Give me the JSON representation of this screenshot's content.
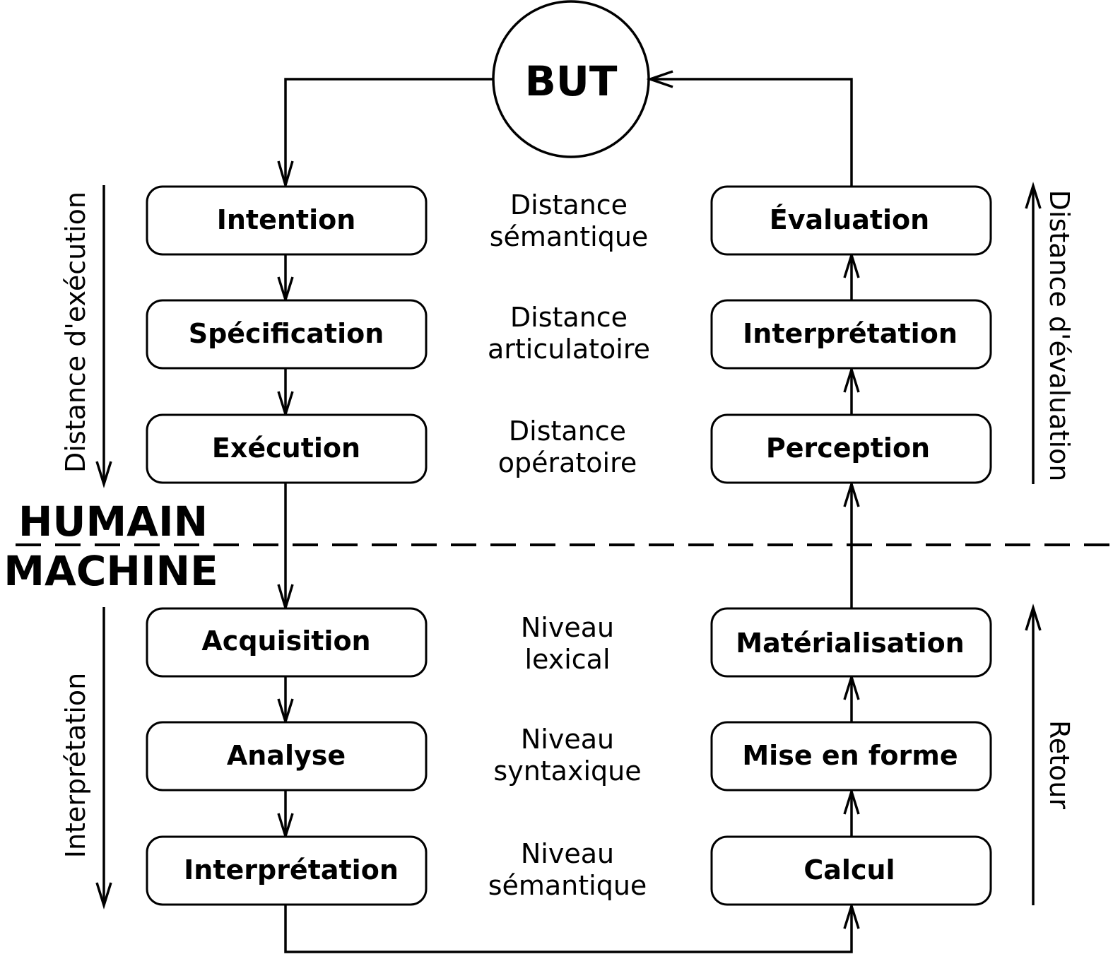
{
  "goal": {
    "label": "BUT"
  },
  "zones": {
    "top": "HUMAIN",
    "bottom": "MACHINE"
  },
  "human": {
    "left": [
      "Intention",
      "Spécification",
      "Exécution"
    ],
    "right": [
      "Évaluation",
      "Interprétation",
      "Perception"
    ],
    "levels": [
      [
        "Distance",
        "sémantique"
      ],
      [
        "Distance",
        "articulatoire"
      ],
      [
        "Distance",
        "opératoire"
      ]
    ],
    "left_axis": "Distance d'exécution",
    "right_axis": "Distance d'évaluation"
  },
  "machine": {
    "left": [
      "Acquisition",
      "Analyse",
      "Interprétation"
    ],
    "right": [
      "Matérialisation",
      "Mise en forme",
      "Calcul"
    ],
    "levels": [
      [
        "Niveau",
        "lexical"
      ],
      [
        "Niveau",
        "syntaxique"
      ],
      [
        "Niveau",
        "sémantique"
      ]
    ],
    "left_axis": "Interprétation",
    "right_axis": "Retour"
  },
  "colors": {
    "stroke": "#000000",
    "background": "#ffffff"
  }
}
